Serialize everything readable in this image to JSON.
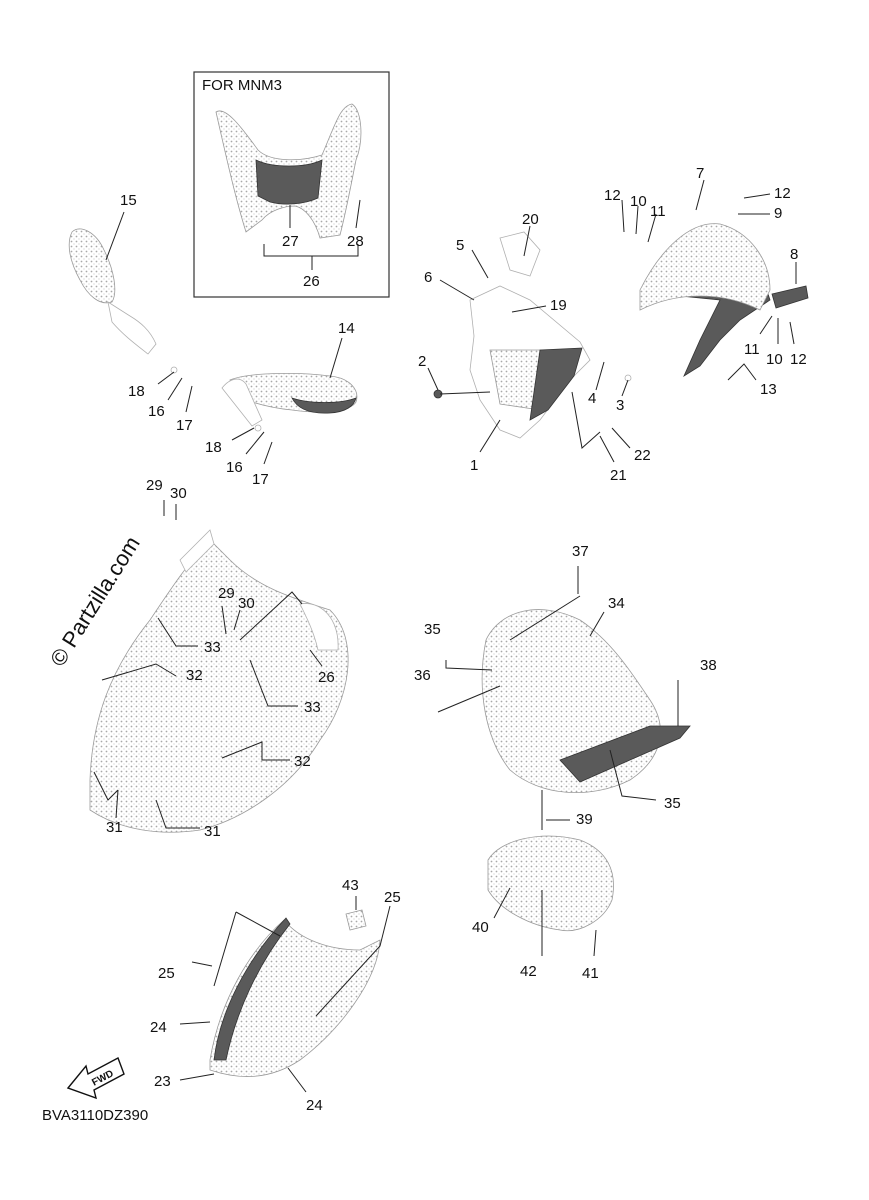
{
  "inset_title": "FOR MNM3",
  "watermark": "© Partzilla.com",
  "diagram_code": "BVA3110DZ390",
  "fwd_label": "FWD",
  "callouts": {
    "c1": "1",
    "c2": "2",
    "c3": "3",
    "c4": "4",
    "c5": "5",
    "c6": "6",
    "c7": "7",
    "c8": "8",
    "c9": "9",
    "c10a": "10",
    "c10b": "10",
    "c11a": "11",
    "c11b": "11",
    "c12a": "12",
    "c12b": "12",
    "c12c": "12",
    "c13": "13",
    "c14": "14",
    "c15": "15",
    "c16a": "16",
    "c16b": "16",
    "c17a": "17",
    "c17b": "17",
    "c18a": "18",
    "c18b": "18",
    "c19": "19",
    "c20": "20",
    "c21": "21",
    "c22": "22",
    "c23": "23",
    "c24a": "24",
    "c24b": "24",
    "c25a": "25",
    "c25b": "25",
    "c26a": "26",
    "c26b": "26",
    "c27": "27",
    "c28": "28",
    "c29a": "29",
    "c29b": "29",
    "c30a": "30",
    "c30b": "30",
    "c31a": "31",
    "c31b": "31",
    "c32a": "32",
    "c32b": "32",
    "c33a": "33",
    "c33b": "33",
    "c34": "34",
    "c35a": "35",
    "c35b": "35",
    "c36": "36",
    "c37": "37",
    "c38": "38",
    "c39": "39",
    "c40": "40",
    "c41": "41",
    "c42": "42",
    "c43": "43"
  }
}
